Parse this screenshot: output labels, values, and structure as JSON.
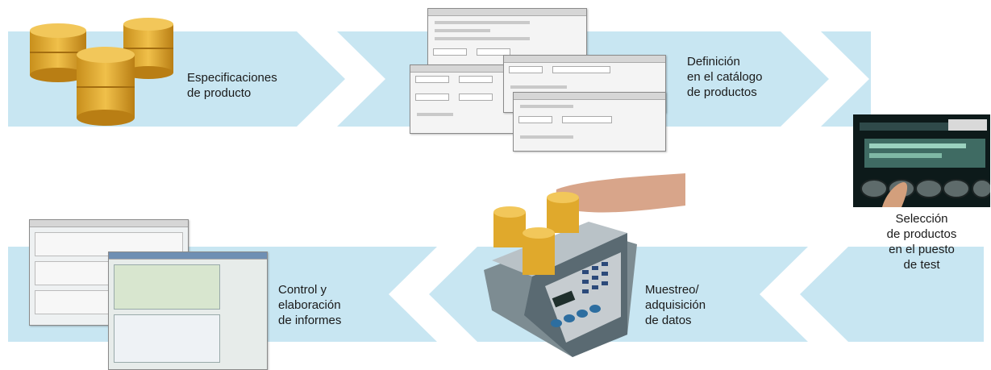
{
  "colors": {
    "band": "#c8e6f2",
    "band_edge": "#ffffff",
    "coin": "#e0a92c",
    "coin_dark": "#b97e14",
    "coin_top": "#f0c54e"
  },
  "steps": [
    {
      "icon": "product-coins-icon",
      "label": "Especificaciones\nde producto"
    },
    {
      "icon": "catalog-software-icon",
      "label": "Definición\nen el catálogo\nde productos"
    },
    {
      "icon": "terminal-keypad-icon",
      "label": "Selección\nde productos\nen el puesto\nde test"
    },
    {
      "icon": "weighing-scale-icon",
      "label": "Muestreo/\nadquisición\nde datos"
    },
    {
      "icon": "report-software-icon",
      "label": "Control y\nelaboración\nde informes"
    }
  ]
}
